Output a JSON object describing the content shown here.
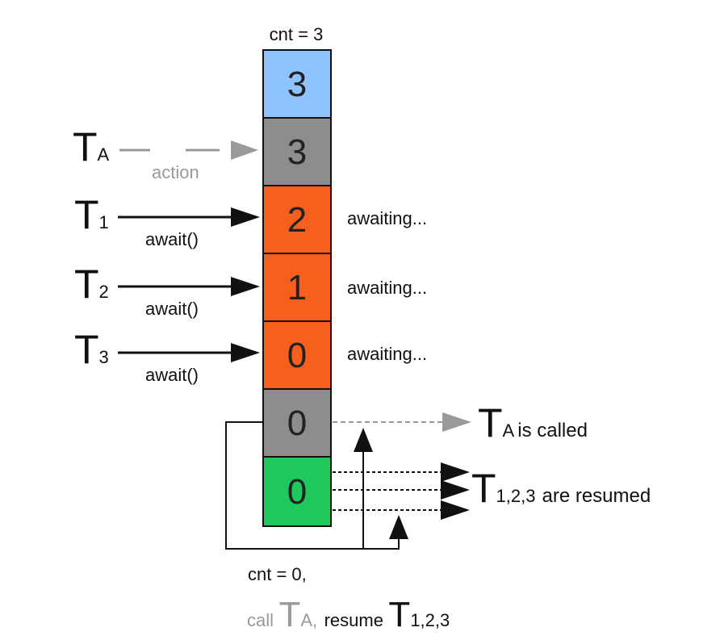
{
  "counter_label": "cnt = 3",
  "cells": [
    {
      "value": "3",
      "color": "#8fc3ff"
    },
    {
      "value": "3",
      "color": "#8d8d8d"
    },
    {
      "value": "2",
      "color": "#f75f1c"
    },
    {
      "value": "1",
      "color": "#f75f1c"
    },
    {
      "value": "0",
      "color": "#f75f1c"
    },
    {
      "value": "0",
      "color": "#8d8d8d"
    },
    {
      "value": "0",
      "color": "#1fc85a"
    }
  ],
  "action_thread": {
    "letter": "T",
    "sub": "A",
    "label": "action"
  },
  "threads": [
    {
      "letter": "T",
      "sub": "1",
      "call": "await()",
      "status": "awaiting..."
    },
    {
      "letter": "T",
      "sub": "2",
      "call": "await()",
      "status": "awaiting..."
    },
    {
      "letter": "T",
      "sub": "3",
      "call": "await()",
      "status": "awaiting..."
    }
  ],
  "called": {
    "letter": "T",
    "sub": "A",
    "text": "is called"
  },
  "resumed": {
    "letter": "T",
    "sub": "1,2,3",
    "text": "are resumed"
  },
  "footer": {
    "line1": "cnt = 0,",
    "call_word": "call",
    "call_letter": "T",
    "call_sub": "A,",
    "resume_word": "resume",
    "resume_letter": "T",
    "resume_sub": "1,2,3"
  },
  "colors": {
    "gray_text": "#9a9a9a",
    "black": "#111111"
  }
}
